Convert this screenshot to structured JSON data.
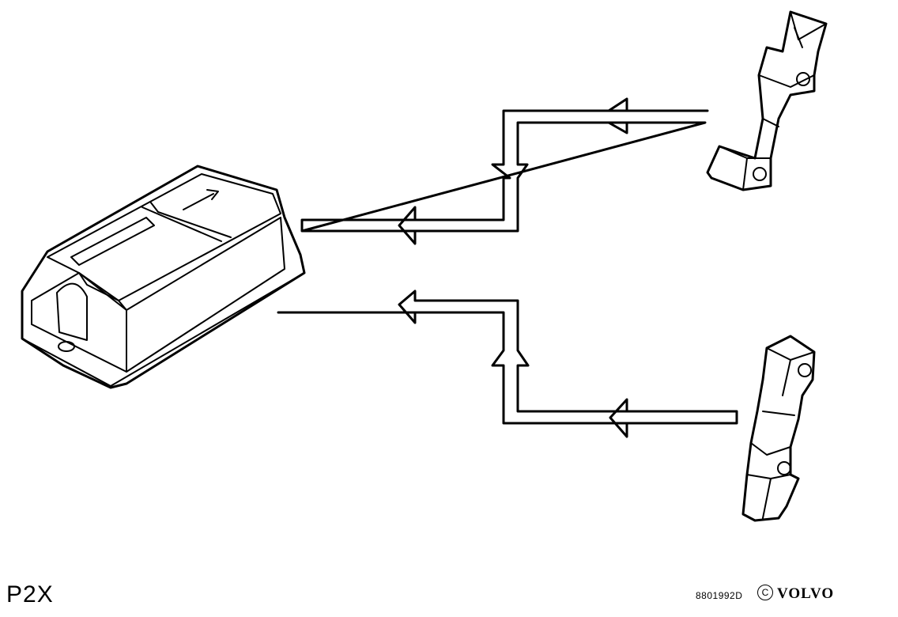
{
  "diagram": {
    "model_label": "P2X",
    "doc_ref": "8801992D",
    "copyright_symbol": "C",
    "brand": "VOLVO",
    "parts": [
      {
        "id": "control-module",
        "kind": "airbag control module"
      },
      {
        "id": "sensor-upper",
        "kind": "side impact sensor"
      },
      {
        "id": "sensor-lower",
        "kind": "side impact sensor"
      }
    ],
    "connections": [
      {
        "from": "sensor-upper",
        "to": "control-module",
        "direction": "toward module"
      },
      {
        "from": "sensor-lower",
        "to": "control-module",
        "direction": "toward module"
      }
    ]
  }
}
